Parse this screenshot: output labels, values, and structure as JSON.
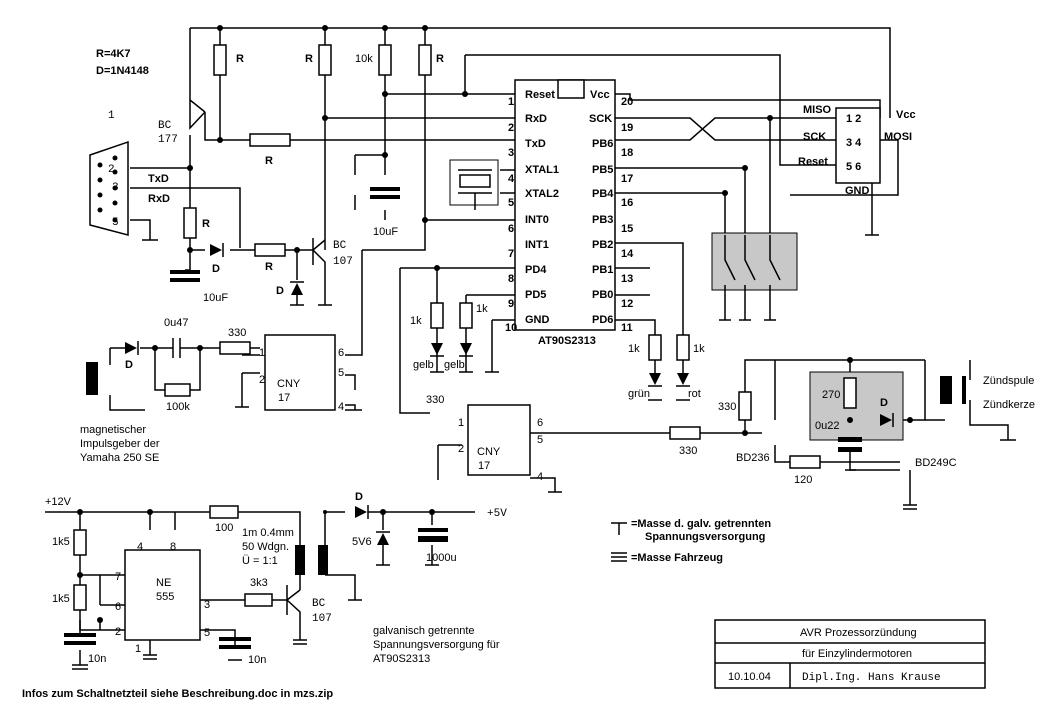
{
  "notes": {
    "resistor_value": "R=4K7",
    "diode_type": "D=1N4148"
  },
  "mcu": {
    "name": "AT90S2313",
    "left_pins": [
      {
        "num": "1",
        "label": "Reset"
      },
      {
        "num": "2",
        "label": "RxD"
      },
      {
        "num": "3",
        "label": "TxD"
      },
      {
        "num": "4",
        "label": "XTAL1"
      },
      {
        "num": "5",
        "label": "XTAL2"
      },
      {
        "num": "6",
        "label": "INT0"
      },
      {
        "num": "7",
        "label": "INT1"
      },
      {
        "num": "8",
        "label": "PD4"
      },
      {
        "num": "9",
        "label": "PD5"
      },
      {
        "num": "10",
        "label": "GND"
      }
    ],
    "right_pins": [
      {
        "num": "20",
        "label": "Vcc"
      },
      {
        "num": "19",
        "label": "SCK"
      },
      {
        "num": "18",
        "label": "PB6"
      },
      {
        "num": "17",
        "label": "PB5"
      },
      {
        "num": "16",
        "label": "PB4"
      },
      {
        "num": "15",
        "label": "PB3"
      },
      {
        "num": "14",
        "label": "PB2"
      },
      {
        "num": "13",
        "label": "PB1"
      },
      {
        "num": "12",
        "label": "PB0"
      },
      {
        "num": "11",
        "label": "PD6"
      }
    ]
  },
  "isp": {
    "miso": "MISO",
    "vcc": "Vcc",
    "sck": "SCK",
    "mosi": "MOSI",
    "reset": "Reset",
    "gnd": "GND",
    "p12": "1 2",
    "p34": "3 4",
    "p56": "5 6"
  },
  "labels": {
    "r": "R",
    "r10k": "10k",
    "bc177": "BC\n177",
    "bc177_a": "BC",
    "bc177_b": "177",
    "txd": "TxD",
    "rxd": "RxD",
    "d": "D",
    "c10uf_1": "10uF",
    "c10uf_2": "10uF",
    "bc107_a": "BC",
    "bc107_b": "107",
    "c0u47": "0u47",
    "r330": "330",
    "r100k": "100k",
    "cny": "CNY",
    "cny17": "17",
    "pin1": "1",
    "pin2": "2",
    "pin4": "4",
    "pin5": "5",
    "pin6": "6",
    "r1k": "1k",
    "gelb": "gelb",
    "gruen": "grün",
    "rot": "rot",
    "magnet_1": "magnetischer",
    "magnet_2": "Impulsgeber der",
    "magnet_3": "Yamaha 250 SE",
    "r330b": "330",
    "r330c": "330",
    "bd236": "BD236",
    "r120": "120",
    "r270": "270",
    "c0u22": "0u22",
    "bd249c": "BD249C",
    "zuendspule": "Zündspule",
    "zuendkerze": "Zündkerze",
    "plus12v": "+12V",
    "r1k5a": "1k5",
    "r1k5b": "1k5",
    "ne555_1": "NE",
    "ne555_2": "555",
    "ne_p4": "4",
    "ne_p8": "8",
    "ne_p7": "7",
    "ne_p6": "6",
    "ne_p2": "2",
    "ne_p3": "3",
    "ne_p5": "5",
    "ne_p1": "1",
    "c10n_1": "10n",
    "c10n_2": "10n",
    "r100": "100",
    "r3k3": "3k3",
    "trafo_1": "1m  0.4mm",
    "trafo_2": "50 Wdgn.",
    "trafo_3": "Ü = 1:1",
    "bc107b_a": "BC",
    "bc107b_b": "107",
    "plus5v": "+5V",
    "z5v6": "5V6",
    "c1000u": "1000u",
    "galv_1": "galvanisch getrennte",
    "galv_2": "Spannungsversorgung für",
    "galv_3": "AT90S2313",
    "mass1_a": "=Masse d. galv. getrennten",
    "mass1_b": "Spannungsversorgung",
    "mass2": "=Masse Fahrzeug",
    "footer": "Infos zum Schaltnetzteil siehe Beschreibung.doc in mzs.zip"
  },
  "title_block": {
    "title": "AVR Prozessorzündung",
    "subtitle": "für Einzylindermotoren",
    "date": "10.10.04",
    "author": "Dipl.Ing. Hans Krause"
  }
}
